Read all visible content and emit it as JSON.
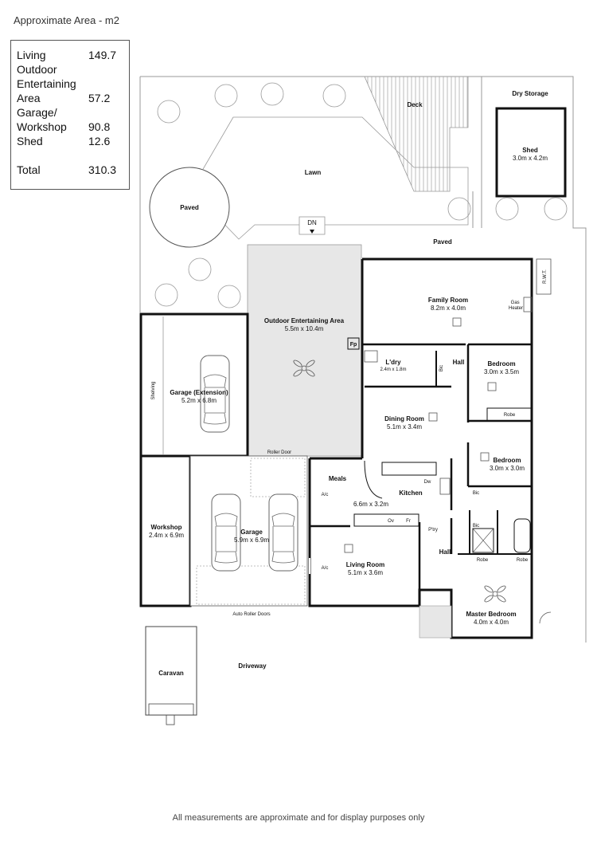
{
  "header": {
    "title": "Approximate Area - m2"
  },
  "area_table": {
    "rows": [
      {
        "label": "Living",
        "value": "149.7"
      },
      {
        "label": "Outdoor\nEntertaining\nArea",
        "value": "57.2"
      },
      {
        "label": "Garage/\nWorkshop",
        "value": "90.8"
      },
      {
        "label": "Shed",
        "value": "12.6"
      }
    ],
    "total_label": "Total",
    "total_value": "310.3"
  },
  "rooms": {
    "family_room": {
      "name": "Family Room",
      "size": "8.2m x 4.0m"
    },
    "bedroom_1": {
      "name": "Bedroom",
      "size": "3.0m x 3.5m"
    },
    "bedroom_2": {
      "name": "Bedroom",
      "size": "3.0m x 3.0m"
    },
    "dining": {
      "name": "Dining Room",
      "size": "5.1m x 3.4m"
    },
    "laundry": {
      "name": "L'dry",
      "size": "2.4m x 1.8m"
    },
    "kitchen": {
      "name": "Kitchen",
      "size": "6.6m x 3.2m"
    },
    "meals": {
      "name": "Meals"
    },
    "living": {
      "name": "Living Room",
      "size": "5.1m x 3.6m"
    },
    "master": {
      "name": "Master Bedroom",
      "size": "4.0m x 4.0m"
    },
    "garage_ext": {
      "name": "Garage (Extension)",
      "size": "5.2m x 6.8m"
    },
    "garage": {
      "name": "Garage",
      "size": "5.9m x 6.9m"
    },
    "workshop": {
      "name": "Workshop",
      "size": "2.4m x 6.9m"
    },
    "outdoor": {
      "name": "Outdoor Entertaining Area",
      "size": "5.5m x 10.4m"
    },
    "shed": {
      "name": "Shed",
      "size": "3.0m x 4.2m"
    }
  },
  "labels": {
    "deck": "Deck",
    "dry_storage": "Dry Storage",
    "lawn": "Lawn",
    "paved_circle": "Paved",
    "paved": "Paved",
    "dn": "DN",
    "rwt": "R.W.T.",
    "gas_heater": "Gas\nHeater",
    "fp": "Fp",
    "hall_top": "Hall",
    "hall_bottom": "Hall",
    "bic": "Bic",
    "robe": "Robe",
    "ac": "A/c",
    "dw": "Dw",
    "ov": "Ov",
    "fr": "Fr",
    "pantry": "P'try",
    "shelving": "Shelving",
    "roller_door": "Roller Door",
    "auto_roller": "Auto Roller Doors",
    "driveway": "Driveway",
    "caravan": "Caravan"
  },
  "footer": {
    "note": "All measurements are approximate and for display purposes only"
  }
}
